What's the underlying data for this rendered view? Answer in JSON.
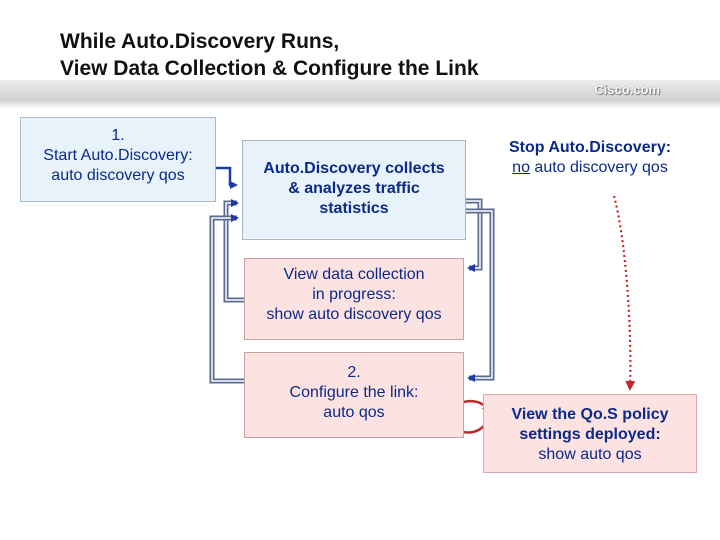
{
  "title": {
    "line1": "While Auto.Discovery Runs,",
    "line2": "View Data Collection & Configure the Link"
  },
  "brand": "Cisco.com",
  "colors": {
    "text_blue": "#0a2a8a",
    "box_blue": "#e8f2fb",
    "box_pink": "#fde2e2",
    "arrow_blue": "#1f3aa8",
    "arrow_red": "#c0262c"
  },
  "steps": {
    "start": {
      "line1": "1.",
      "line2": "Start Auto.Discovery:",
      "line3": "auto discovery qos"
    },
    "collect": {
      "line1": "Auto.Discovery collects",
      "line2": "& analyzes traffic",
      "line3": "statistics"
    },
    "stop": {
      "line1": "Stop Auto.Discovery:",
      "line2_underlined": "no",
      "line2_rest": " auto discovery qos"
    },
    "view": {
      "line1": "View data collection",
      "line2": "in progress:",
      "line3": "show auto discovery qos"
    },
    "configure": {
      "line1": "2.",
      "line2": "Configure the link:",
      "line3": "auto qos"
    },
    "policy": {
      "line1": "View the Qo.S policy",
      "line2": "settings deployed:",
      "line3": "show auto qos"
    }
  }
}
